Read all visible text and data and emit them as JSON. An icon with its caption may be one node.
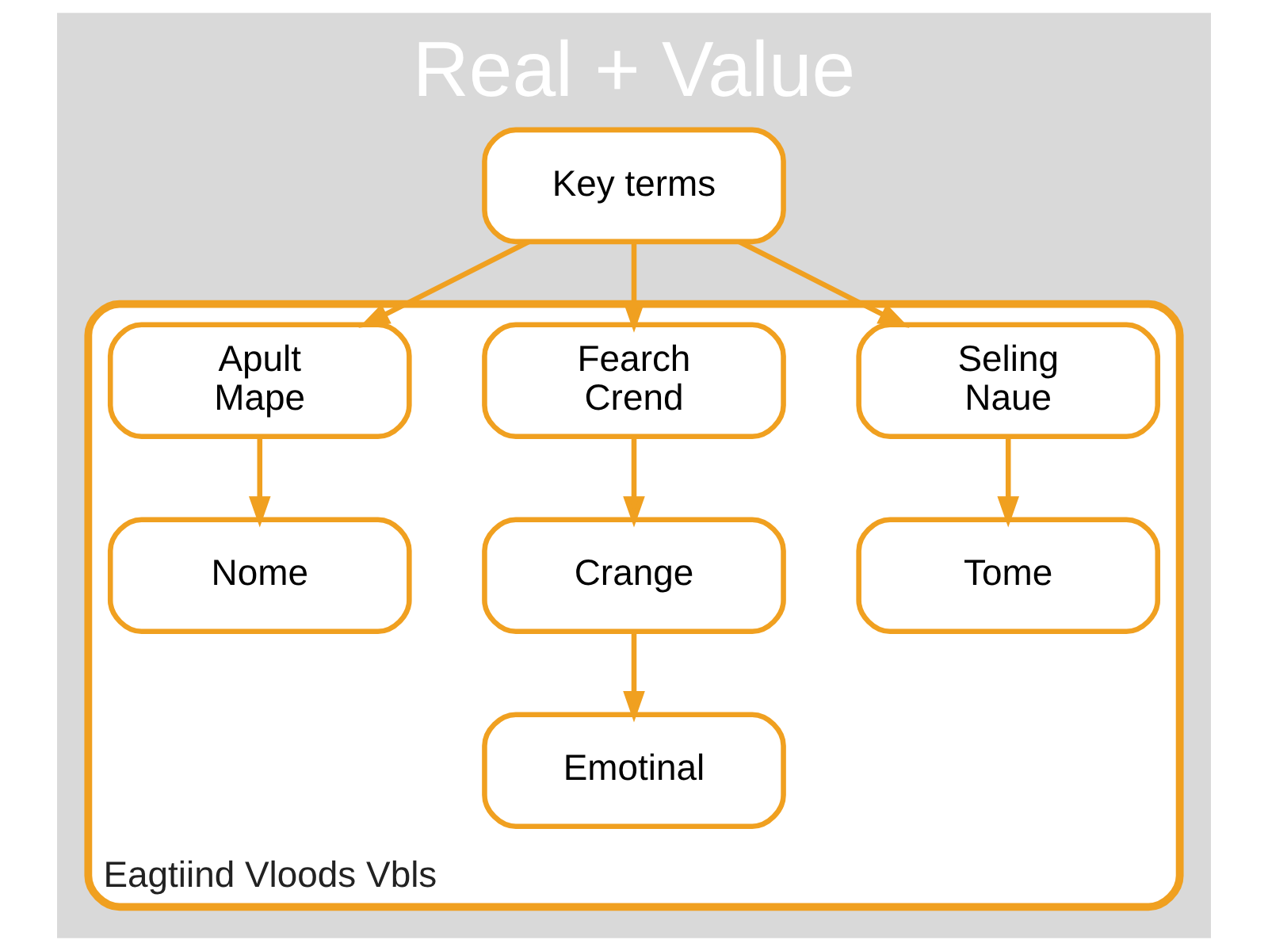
{
  "diagram": {
    "title": "Real + Value",
    "nodes": [
      {
        "text": [
          "Key terms"
        ]
      },
      {
        "text": [
          "Eagtiind Vloods Vbls"
        ]
      },
      {
        "text": [
          "Seling",
          "Naue"
        ],
        "in": 1
      },
      {
        "text": [
          "Fearch",
          "Crend"
        ],
        "in": 1
      },
      {
        "text": [
          "Apult",
          "Mape"
        ],
        "in": 1
      },
      {
        "text": [
          "Tome"
        ],
        "in": 1
      },
      {
        "text": [
          "Crange"
        ],
        "in": 1
      },
      {
        "text": [
          "Nome"
        ],
        "in": 1
      },
      {
        "text": [
          "Emotinal"
        ],
        "in": 1
      }
    ],
    "edges": [
      {
        "from": 0,
        "to": 2,
        "arrow": "to"
      },
      {
        "from": 0,
        "to": 3,
        "arrow": "to"
      },
      {
        "from": 0,
        "to": 4,
        "arrow": "to"
      },
      {
        "from": 2,
        "to": 5,
        "arrow": "to"
      },
      {
        "from": 3,
        "to": 6,
        "arrow": "to"
      },
      {
        "from": 4,
        "to": 7,
        "arrow": "to"
      },
      {
        "from": 6,
        "to": 8,
        "arrow": "to"
      }
    ]
  }
}
